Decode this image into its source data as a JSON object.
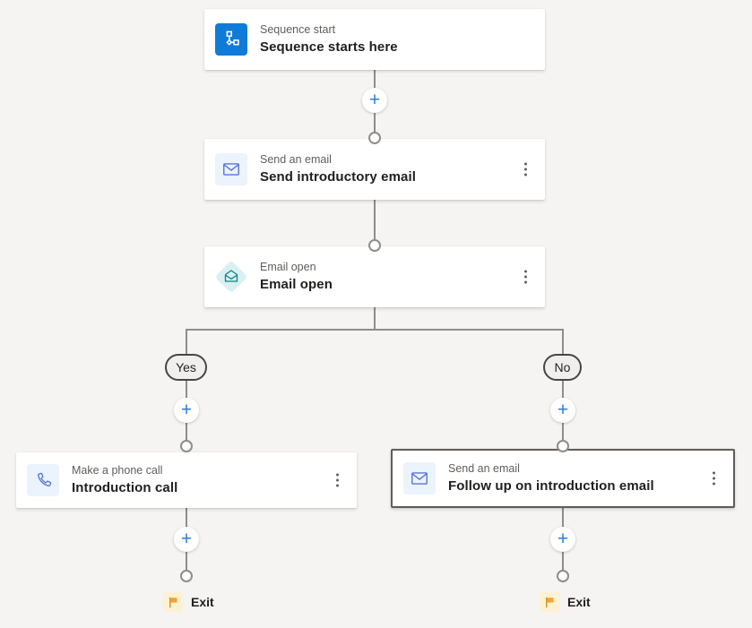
{
  "canvas": {
    "background": "#f5f4f2"
  },
  "colors": {
    "accent_blue": "#0f7bd8",
    "icon_blue_bg": "#ebf3fc",
    "icon_stroke_blue": "#5b76d6",
    "teal": "#0d8387",
    "teal_bg": "#d9f0f1",
    "line_gray": "#8f8d8b",
    "selected_border": "#605e5c",
    "flag_orange": "#f2a33a",
    "flag_bg": "#fcf2d3"
  },
  "nodes": {
    "start": {
      "label": "Sequence start",
      "title": "Sequence starts here",
      "icon": "sequence-flow-icon"
    },
    "intro_email": {
      "label": "Send an email",
      "title": "Send introductory email",
      "icon": "email-icon"
    },
    "email_open": {
      "label": "Email open",
      "title": "Email open",
      "icon": "email-open-icon"
    },
    "intro_call": {
      "label": "Make a phone call",
      "title": "Introduction call",
      "icon": "phone-icon"
    },
    "follow_up_email": {
      "label": "Send an email",
      "title": "Follow up on introduction email",
      "icon": "email-icon",
      "selected": true
    }
  },
  "branch": {
    "yes": "Yes",
    "no": "No"
  },
  "exit_left": {
    "label": "Exit"
  },
  "exit_right": {
    "label": "Exit"
  },
  "add_button": {
    "symbol": "+"
  }
}
